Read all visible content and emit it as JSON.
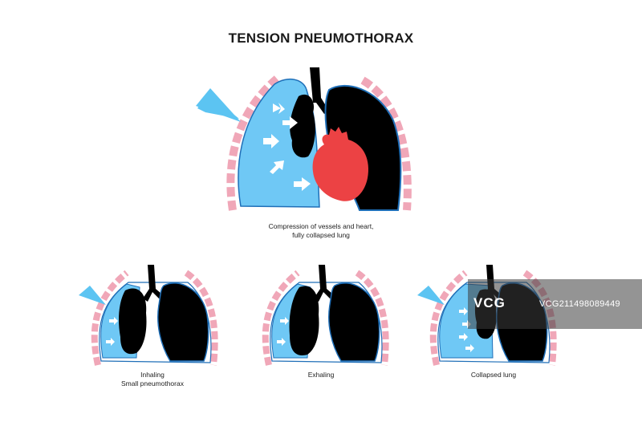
{
  "title": "TENSION PNEUMOTHORAX",
  "main_caption_line1": "Compression of vessels and heart,",
  "main_caption_line2": "fully collapsed lung",
  "panels": [
    {
      "caption_line1": "Inhaling",
      "caption_line2": "Small pneumothorax"
    },
    {
      "caption_line1": "Exhaling",
      "caption_line2": ""
    },
    {
      "caption_line1": "Collapsed lung",
      "caption_line2": ""
    }
  ],
  "watermark": {
    "logo": "VCG",
    "id": "VCG211498089449"
  },
  "colors": {
    "air": "#6fc8f5",
    "rib": "#f0a7b8",
    "lung": "#000000",
    "heart": "#ec4244",
    "arrow": "#5cc4f2",
    "outline": "#1f6fb8"
  }
}
